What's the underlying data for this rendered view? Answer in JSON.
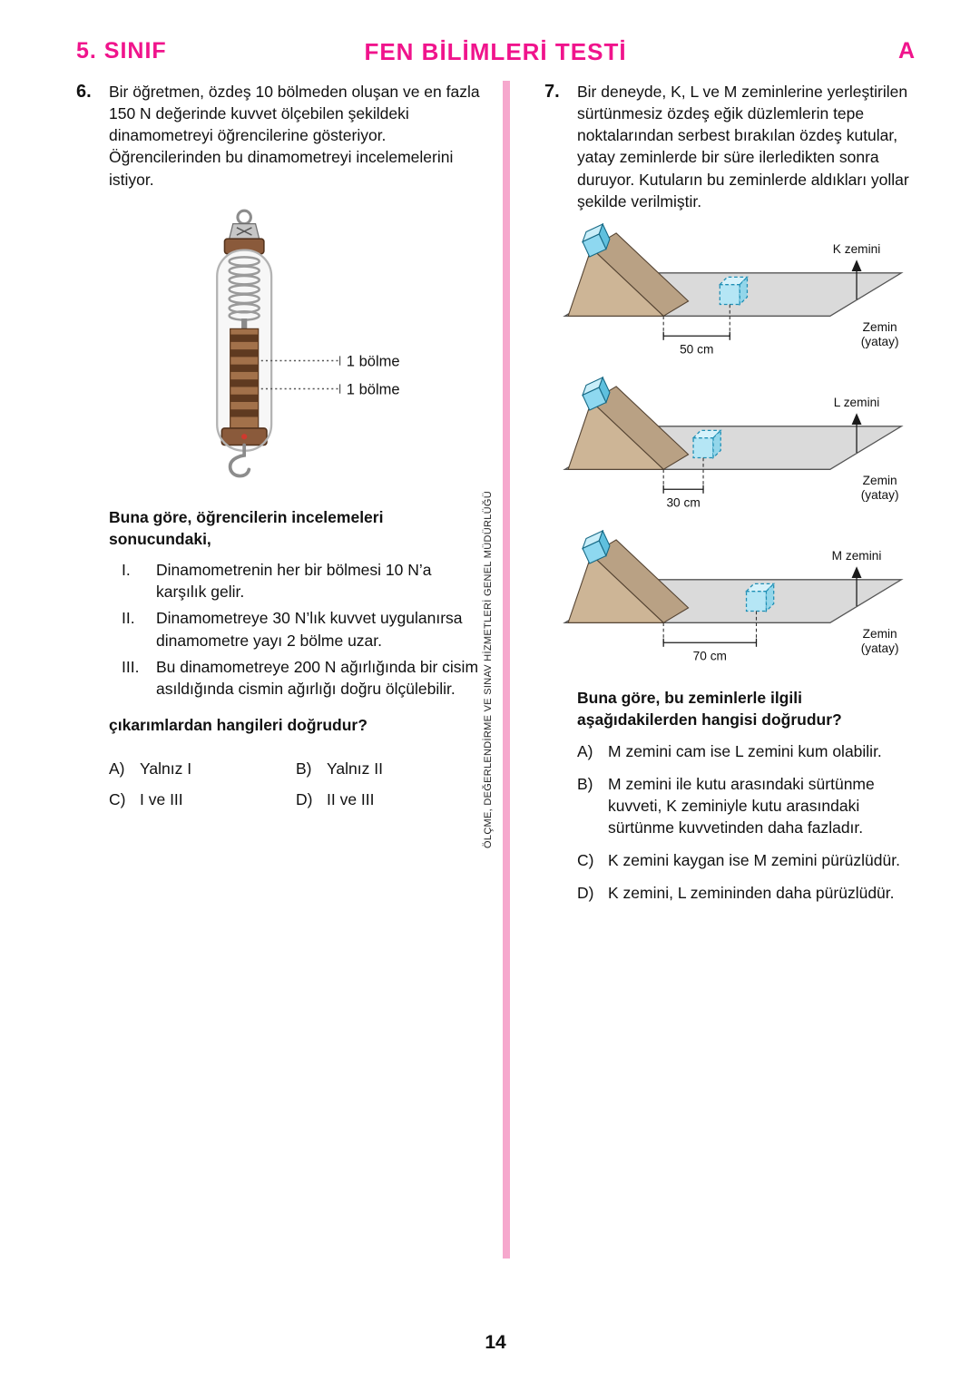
{
  "header": {
    "grade": "5. SINIF",
    "title": "FEN BİLİMLERİ TESTİ",
    "booklet": "A"
  },
  "divider": {
    "vertical_text": "ÖLÇME, DEĞERLENDİRME VE SINAV HİZMETLERİ GENEL MÜDÜRLÜĞÜ"
  },
  "q6": {
    "number": "6.",
    "stem": "Bir öğretmen, özdeş 10 bölmeden oluşan ve en fazla 150 N değerinde kuvvet ölçebilen şekildeki dinamometreyi öğrencilerine gösteriyor. Öğrencilerinden bu dinamometreyi incelemelerini istiyor.",
    "figure": {
      "division_labels": [
        "1 bölme",
        "1 bölme"
      ]
    },
    "lead_bold": "Buna göre, öğrencilerin incelemeleri sonucundaki,",
    "items": [
      {
        "roman": "I.",
        "text": "Dinamometrenin her bir bölmesi 10 N’a karşılık gelir."
      },
      {
        "roman": "II.",
        "text": "Dinamometreye 30 N’lık kuvvet uygulanırsa dinamometre yayı 2 bölme uzar."
      },
      {
        "roman": "III.",
        "text": "Bu dinamometreye 200 N ağırlığında bir cisim asıldığında cismin ağırlığı doğru ölçülebilir."
      }
    ],
    "question_bold": "çıkarımlardan hangileri doğrudur?",
    "options": [
      {
        "label": "A)",
        "text": "Yalnız I"
      },
      {
        "label": "B)",
        "text": "Yalnız II"
      },
      {
        "label": "C)",
        "text": "I ve III"
      },
      {
        "label": "D)",
        "text": "II ve III"
      }
    ]
  },
  "q7": {
    "number": "7.",
    "stem": "Bir deneyde, K, L ve M zeminlerine yerleştirilen sürtünmesiz özdeş eğik düzlemlerin tepe noktalarından serbest bırakılan özdeş kutular, yatay zeminlerde bir süre ilerledikten sonra duruyor. Kutuların bu zeminlerde aldıkları yollar şekilde verilmiştir.",
    "figures": [
      {
        "surface": "K zemini",
        "distance": "50 cm",
        "ground_line1": "Zemin",
        "ground_line2": "(yatay)"
      },
      {
        "surface": "L zemini",
        "distance": "30 cm",
        "ground_line1": "Zemin",
        "ground_line2": "(yatay)"
      },
      {
        "surface": "M zemini",
        "distance": "70 cm",
        "ground_line1": "Zemin",
        "ground_line2": "(yatay)"
      }
    ],
    "question_bold": "Buna göre, bu zeminlerle ilgili aşağıdakilerden hangisi doğrudur?",
    "options": [
      {
        "label": "A)",
        "text": "M zemini cam ise L zemini kum olabilir."
      },
      {
        "label": "B)",
        "text": "M zemini ile kutu arasındaki sürtünme kuvveti, K zeminiyle kutu arasındaki sürtünme kuvvetinden daha fazladır."
      },
      {
        "label": "C)",
        "text": "K zemini kaygan ise M zemini pürüzlüdür."
      },
      {
        "label": "D)",
        "text": "K zemini, L zemininden daha pürüzlüdür."
      }
    ]
  },
  "footer": {
    "page_number": "14"
  },
  "colors": {
    "accent_pink": "#f0148c",
    "divider_pink": "#f6a8cd",
    "cube_blue": "#8ed8f0",
    "incline_tan": "#cdb596",
    "floor_gray": "#dadada",
    "dynamometer_brown": "#8a5a3b"
  }
}
